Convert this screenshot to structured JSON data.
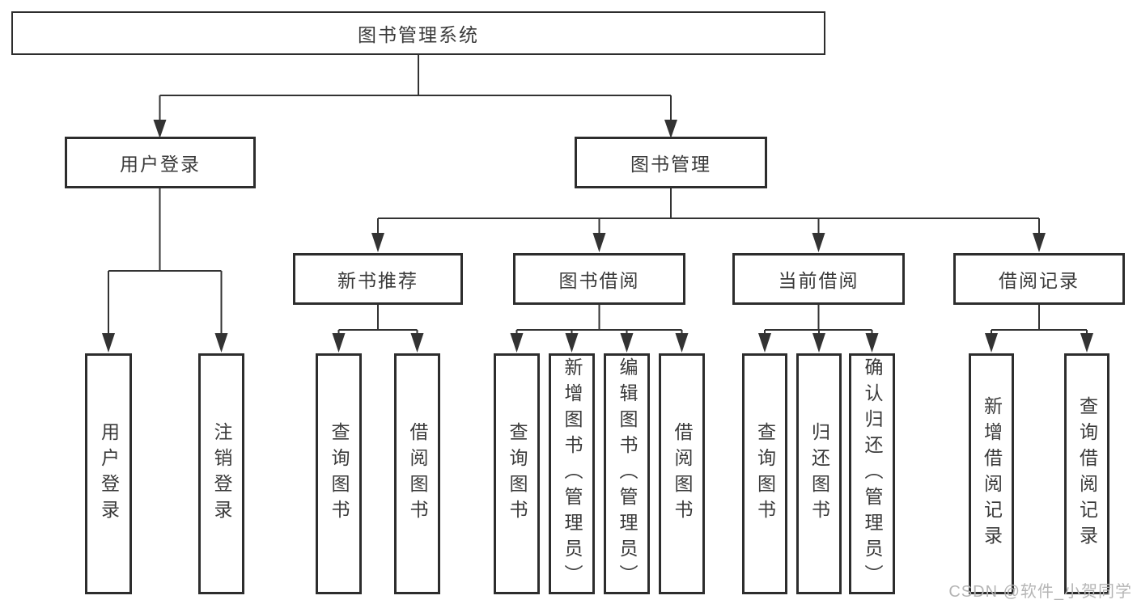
{
  "diagram": {
    "tree": {
      "root": {
        "label": "图书管理系统"
      },
      "children": [
        {
          "label": "用户登录",
          "children": [
            {
              "label": "用户登录"
            },
            {
              "label": "注销登录"
            }
          ]
        },
        {
          "label": "图书管理",
          "children": [
            {
              "label": "新书推荐",
              "children": [
                {
                  "label": "查询图书"
                },
                {
                  "label": "借阅图书"
                }
              ]
            },
            {
              "label": "图书借阅",
              "children": [
                {
                  "label": "查询图书"
                },
                {
                  "label": "新增图书（管理员）"
                },
                {
                  "label": "编辑图书（管理员）"
                },
                {
                  "label": "借阅图书"
                }
              ]
            },
            {
              "label": "当前借阅",
              "children": [
                {
                  "label": "查询图书"
                },
                {
                  "label": "归还图书"
                },
                {
                  "label": "确认归还（管理员）"
                }
              ]
            },
            {
              "label": "借阅记录",
              "children": [
                {
                  "label": "新增借阅记录"
                },
                {
                  "label": "查询借阅记录"
                }
              ]
            }
          ]
        }
      ]
    },
    "colors": {
      "line": "#333333",
      "box_border": "#2d2d2d",
      "text": "#3a3a3a",
      "watermark": "#b5b5b5",
      "background": "#ffffff"
    }
  },
  "watermark": {
    "text": "CSDN @软件_小贺同学"
  }
}
